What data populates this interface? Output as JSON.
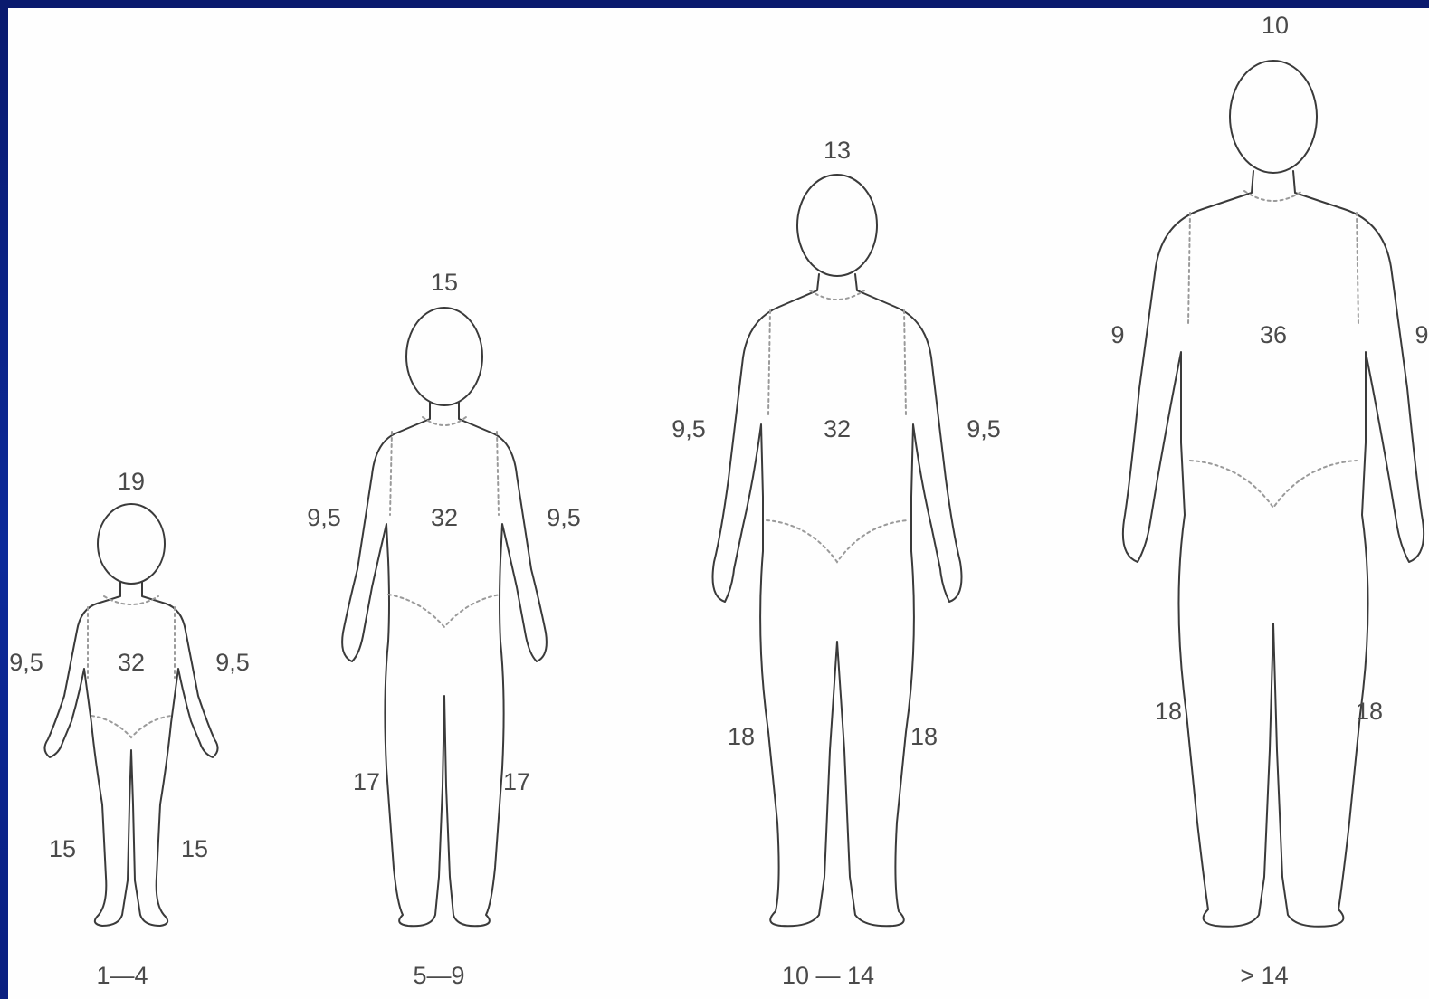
{
  "title_fragment": "",
  "colors": {
    "background": "#0c2a9a",
    "title": "#f2c200",
    "panel": "#fefefe",
    "outline": "#3a3a3a",
    "label": "#4a4a4a"
  },
  "figures": [
    {
      "age": "1—4",
      "head": "19",
      "trunk": "32",
      "arm_left": "9,5",
      "arm_right": "9,5",
      "leg_left": "15",
      "leg_right": "15"
    },
    {
      "age": "5—9",
      "head": "15",
      "trunk": "32",
      "arm_left": "9,5",
      "arm_right": "9,5",
      "leg_left": "17",
      "leg_right": "17"
    },
    {
      "age": "10 — 14",
      "head": "13",
      "trunk": "32",
      "arm_left": "9,5",
      "arm_right": "9,5",
      "leg_left": "18",
      "leg_right": "18"
    },
    {
      "age": "> 14",
      "head": "10",
      "trunk": "36",
      "arm_left": "9",
      "arm_right": "9",
      "leg_left": "18",
      "leg_right": "18"
    }
  ]
}
